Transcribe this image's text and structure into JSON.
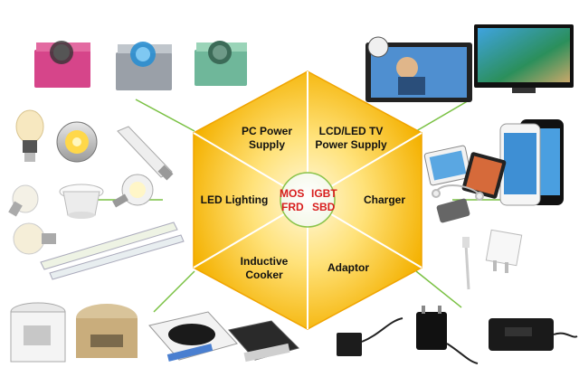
{
  "center": {
    "row1_left": "MOS",
    "row1_right": "IGBT",
    "row2_left": "FRD",
    "row2_right": "SBD"
  },
  "segments": [
    {
      "id": "pc",
      "label_line1": "PC Power",
      "label_line2": "Supply"
    },
    {
      "id": "lcd",
      "label_line1": "LCD/LED TV",
      "label_line2": "Power Supply"
    },
    {
      "id": "charger",
      "label_line1": "Charger",
      "label_line2": ""
    },
    {
      "id": "adaptor",
      "label_line1": "Adaptor",
      "label_line2": ""
    },
    {
      "id": "cooker",
      "label_line1": "Inductive",
      "label_line2": "Cooker"
    },
    {
      "id": "led",
      "label_line1": "LED Lighting",
      "label_line2": ""
    }
  ],
  "colors": {
    "hex_outer": "#f6b800",
    "hex_inner": "#fff6d6",
    "hex_edge": "#f0a400",
    "connector": "#7ac143",
    "center_text": "#d81e1e"
  },
  "icons": [
    "pc-power-supply-pink-icon",
    "pc-power-supply-blue-icon",
    "pc-power-supply-green-icon",
    "led-bulb-icon",
    "led-spotlight-icon",
    "led-tube-short-icon",
    "led-bulb-small-icon",
    "led-downlight-icon",
    "led-spotlight-mr16-icon",
    "led-bulb-globe-icon",
    "led-tube-long-icon",
    "flat-tv-icon",
    "crt-tv-icon",
    "tablet-icon",
    "tablet-black-icon",
    "phone-white-icon",
    "phone-black-icon",
    "earphones-icon",
    "power-bank-icon",
    "usb-cable-icon",
    "wall-charger-cube-icon",
    "rice-cooker-white-icon",
    "rice-cooker-gold-icon",
    "induction-cooker-white-icon",
    "induction-cooker-black-icon",
    "wall-adapter-icon",
    "wall-adapter-plug-icon",
    "laptop-adapter-icon"
  ]
}
